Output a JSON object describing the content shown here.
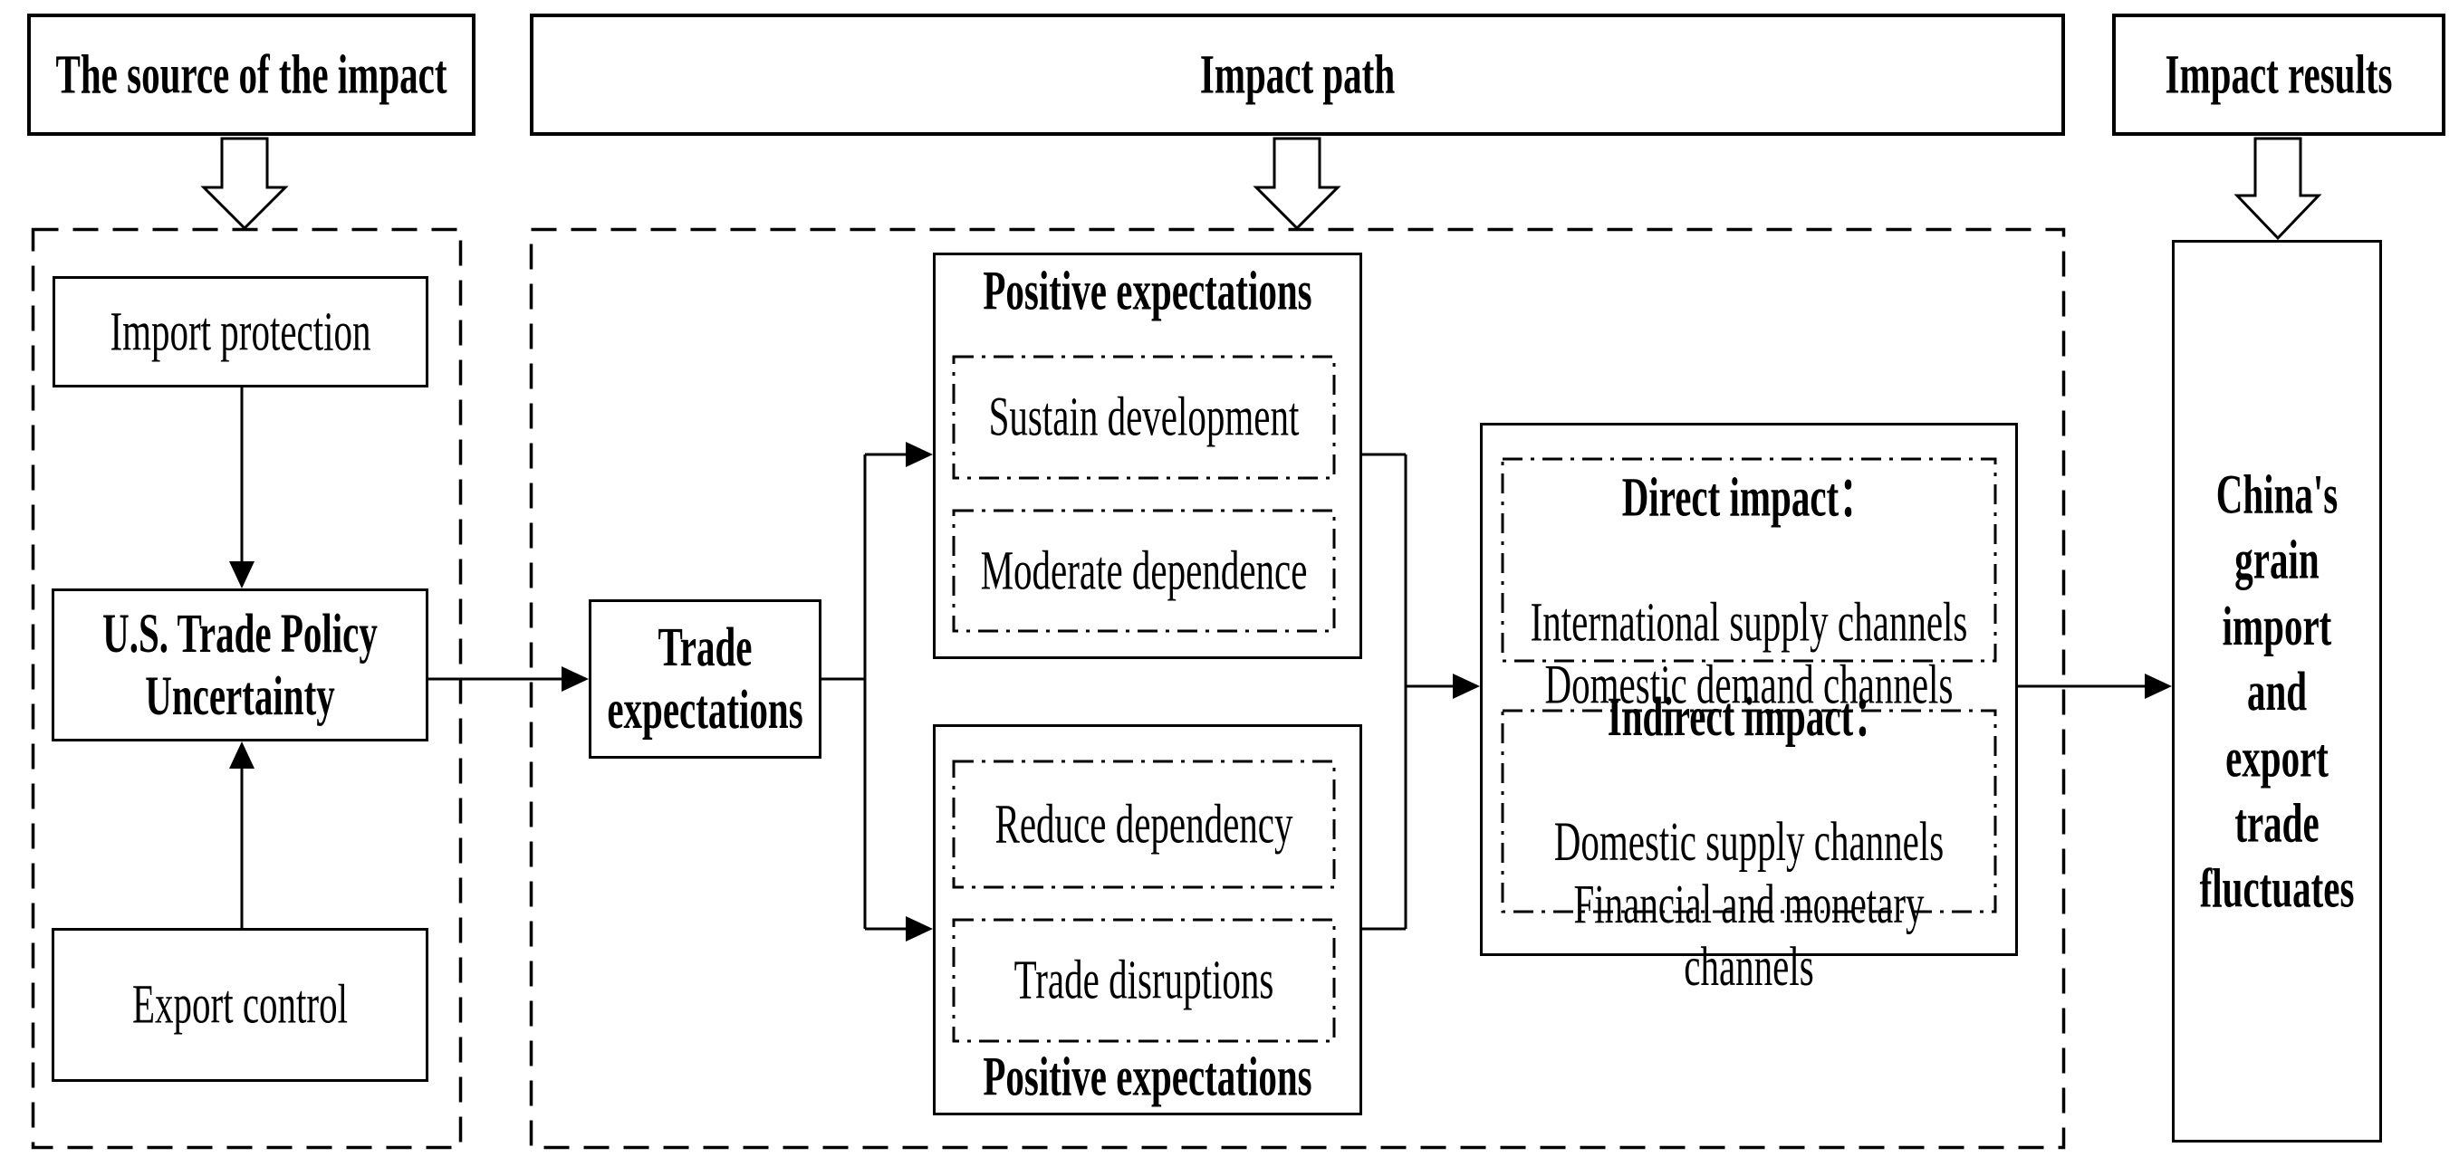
{
  "colors": {
    "ink": "#000000",
    "paper": "#ffffff"
  },
  "headers": {
    "source": "The source of the impact",
    "path": "Impact path",
    "results": "Impact results"
  },
  "source_group": {
    "import_protection": "Import protection",
    "uncertainty": "U.S. Trade Policy\nUncertainty",
    "export_control": "Export control"
  },
  "path_group": {
    "trade_expectations": "Trade\nexpectations",
    "top_branch": {
      "title": "Positive expectations",
      "sustain": "Sustain development",
      "moderate": "Moderate dependence"
    },
    "bottom_branch": {
      "title": "Positive expectations",
      "reduce": "Reduce dependency",
      "disruptions": "Trade disruptions"
    },
    "channels": {
      "direct_title": "Direct impact：",
      "direct_body": "International supply channels\nDomestic demand channels",
      "indirect_title": "Indirect impact：",
      "indirect_body": "Domestic supply channels\nFinancial and monetary\nchannels"
    }
  },
  "result_group": {
    "outcome": "China's\ngrain\nimport\nand\nexport\ntrade\nfluctuates"
  }
}
